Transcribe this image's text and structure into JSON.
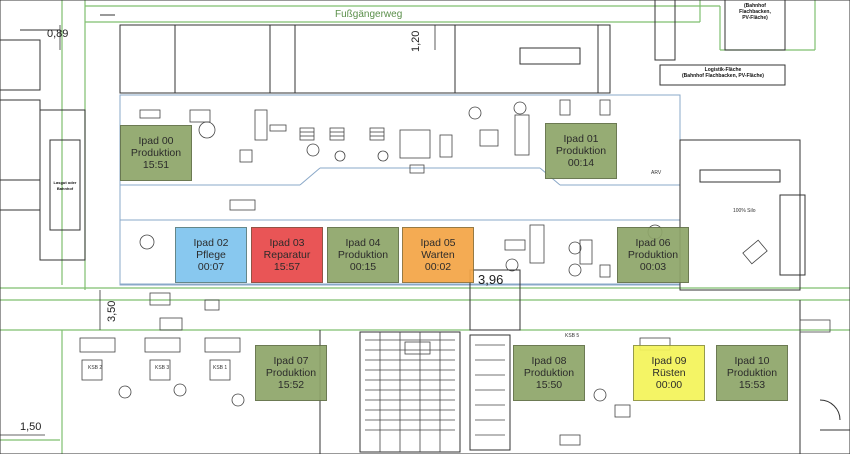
{
  "status_colors": {
    "Produktion": "#8fa66a",
    "Pflege": "#7fc4ee",
    "Reparatur": "#e8494a",
    "Warten": "#f4a547",
    "Rüsten": "#f4f45a"
  },
  "labels": {
    "walkway": "Fußgängerweg",
    "dim_089": "0,89",
    "dim_120": "1,20",
    "dim_396": "3,96",
    "dim_350": "3,50",
    "dim_150": "1,50",
    "silo": "100% Silo",
    "arv": "ARV",
    "logistik_line1": "Logistik-Fläche",
    "logistik_line2": "(Bahnhof Flachbacken, PV-Fläche)",
    "bahnhof_line1": "(Bahnhof",
    "bahnhof_line2": "Flachbacken,",
    "bahnhof_line3": "PV-Fläche)",
    "lager_line1": "Lasgut oder",
    "lager_line2": "Bahnhof",
    "ksb1": "KSB 1",
    "ksb2": "KSB 2",
    "ksb3": "KSB 3",
    "ksb5": "KSB 5"
  },
  "stations": [
    {
      "id": "Ipad 00",
      "status": "Produktion",
      "time": "15:51"
    },
    {
      "id": "Ipad 01",
      "status": "Produktion",
      "time": "00:14"
    },
    {
      "id": "Ipad 02",
      "status": "Pflege",
      "time": "00:07"
    },
    {
      "id": "Ipad 03",
      "status": "Reparatur",
      "time": "15:57"
    },
    {
      "id": "Ipad 04",
      "status": "Produktion",
      "time": "00:15"
    },
    {
      "id": "Ipad 05",
      "status": "Warten",
      "time": "00:02"
    },
    {
      "id": "Ipad 06",
      "status": "Produktion",
      "time": "00:03"
    },
    {
      "id": "Ipad 07",
      "status": "Produktion",
      "time": "15:52"
    },
    {
      "id": "Ipad 08",
      "status": "Produktion",
      "time": "15:50"
    },
    {
      "id": "Ipad 09",
      "status": "Rüsten",
      "time": "00:00"
    },
    {
      "id": "Ipad 10",
      "status": "Produktion",
      "time": "15:53"
    }
  ]
}
